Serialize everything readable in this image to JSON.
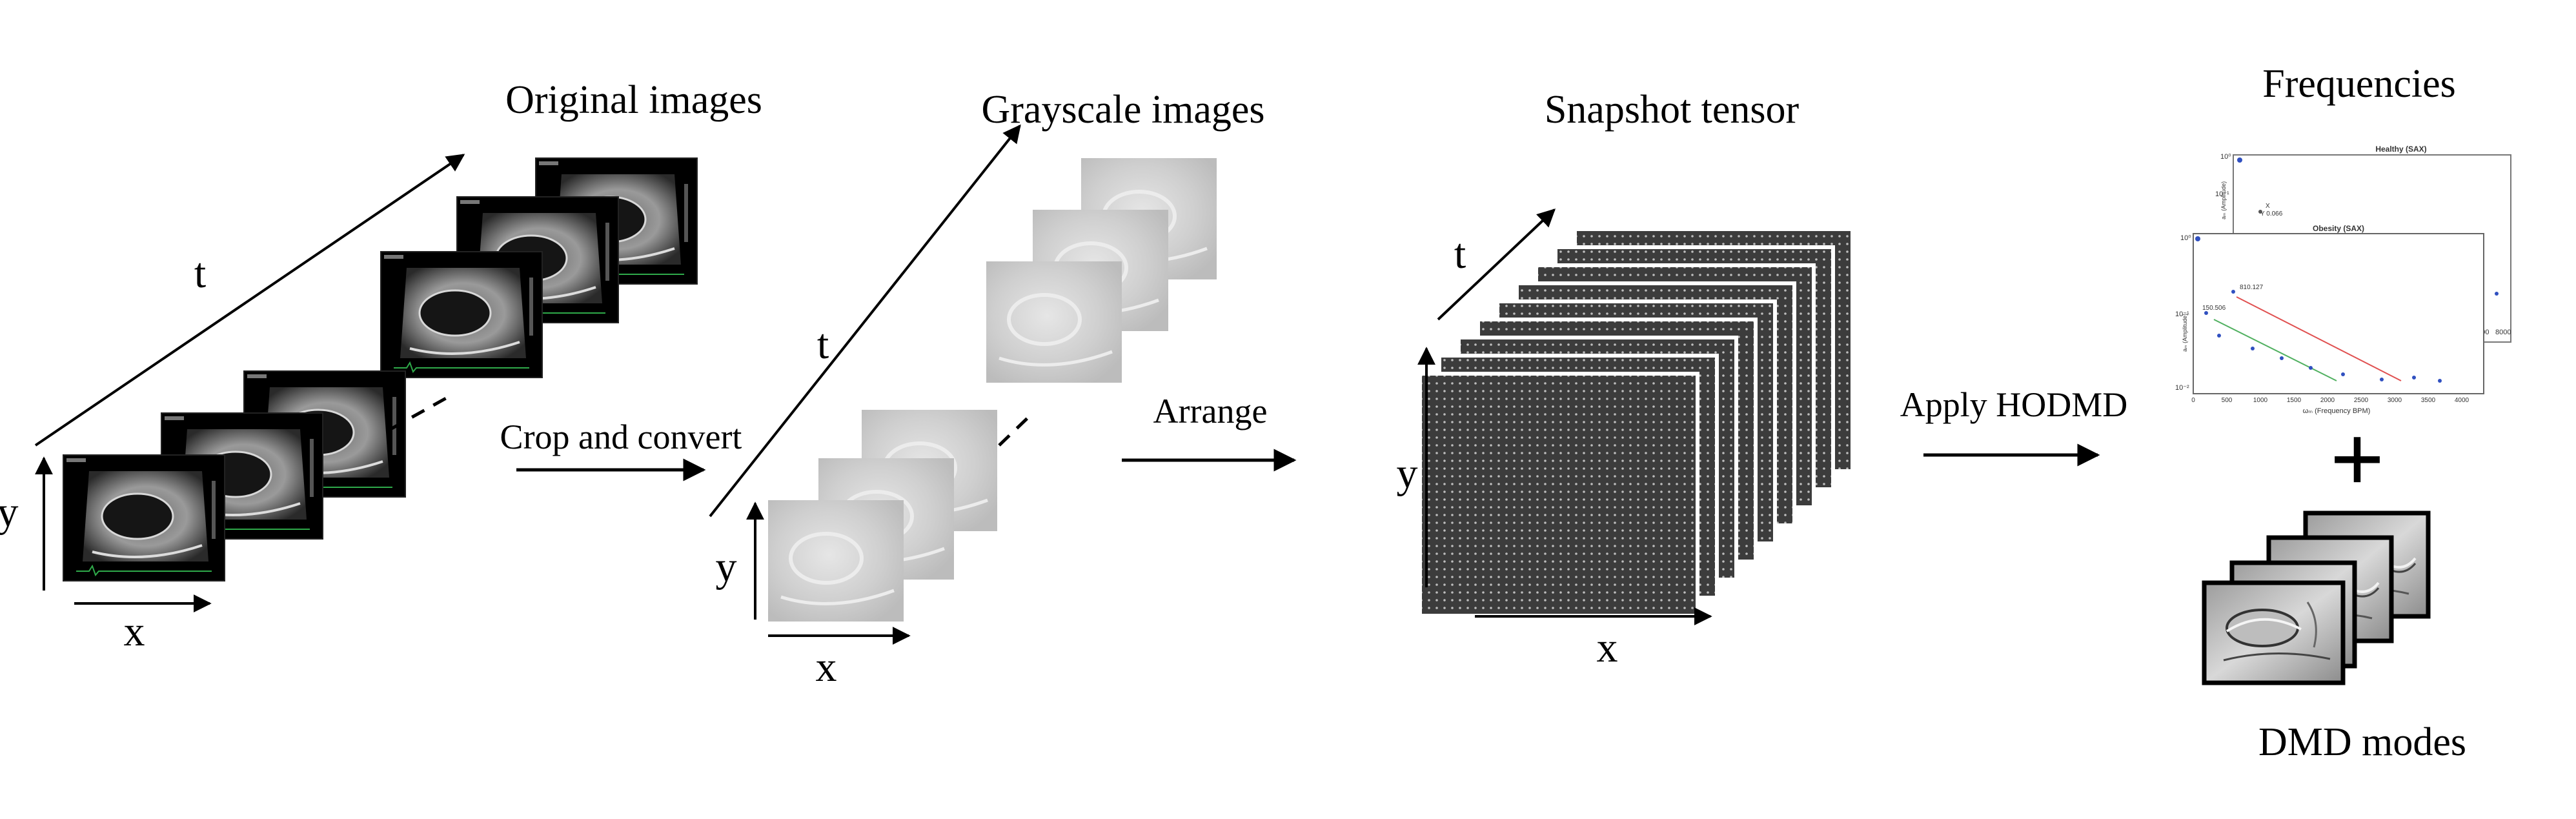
{
  "stages": {
    "original": {
      "title": "Original images",
      "axis_t": "t",
      "axis_y": "y",
      "axis_x": "x"
    },
    "crop_arrow": {
      "label": "Crop and convert"
    },
    "grayscale": {
      "title": "Grayscale images",
      "axis_t": "t",
      "axis_y": "y",
      "axis_x": "x"
    },
    "arrange_arrow": {
      "label": "Arrange"
    },
    "snapshot": {
      "title": "Snapshot tensor",
      "axis_t": "t",
      "axis_y": "y",
      "axis_x": "x"
    },
    "hodmd_arrow": {
      "label": "Apply HODMD"
    },
    "output": {
      "frequencies_title": "Frequencies",
      "plus_sign": "+",
      "modes_title": "DMD modes",
      "plot_top": {
        "title": "Healthy (SAX)",
        "ylabel": "aₘ (Amplitude)",
        "y_ticks": [
          "10⁰",
          "10⁻¹"
        ],
        "annotation_1": "X",
        "annotation_2": "Y 0.066",
        "x_ticks": [
          "0",
          "7000",
          "8000"
        ]
      },
      "plot_bottom": {
        "title": "Obesity (SAX)",
        "ylabel": "aₘ (Amplitude)",
        "xlabel": "ωₘ (Frequency BPM)",
        "y_ticks": [
          "10⁰",
          "10⁻¹",
          "10⁻²"
        ],
        "x_ticks": [
          "0",
          "500",
          "1000",
          "1500",
          "2000",
          "2500",
          "3000",
          "3500",
          "4000"
        ],
        "annotation_1": "810.127",
        "annotation_2": "150.506"
      }
    }
  },
  "colors": {
    "ultrasound_bg": "#000000",
    "ultrasound_tissue": "#c8c8c8",
    "ecg_trace": "#2faa4a",
    "grayscale_frame": "#d2d2d2",
    "tensor_fill": "#3c3c3c",
    "tensor_dot": "#bdbdbd",
    "fit_red": "#e05050",
    "fit_green": "#50b060",
    "marker_blue": "#3050c0"
  }
}
